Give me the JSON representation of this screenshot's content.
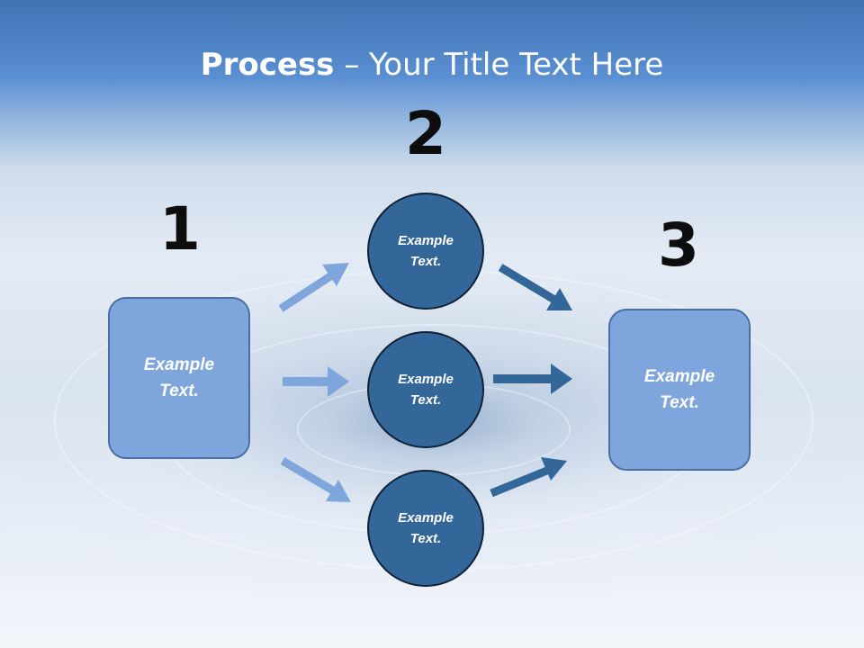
{
  "title": {
    "bold": "Process",
    "rest": " – Your Title Text Here"
  },
  "steps": {
    "one": {
      "number": "1",
      "text": "Example Text."
    },
    "two": {
      "number": "2"
    },
    "three": {
      "number": "3",
      "text": "Example Text."
    }
  },
  "circles": [
    {
      "text": "Example Text."
    },
    {
      "text": "Example Text."
    },
    {
      "text": "Example Text."
    }
  ],
  "colors": {
    "light_box": "#7ea6dc",
    "dark_circle": "#336699",
    "light_arrow": "#7ea6dc",
    "dark_arrow": "#336699"
  }
}
